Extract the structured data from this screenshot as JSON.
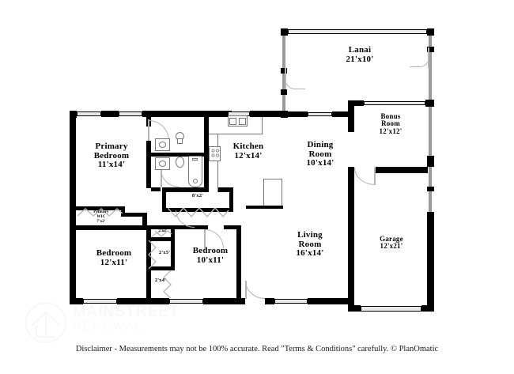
{
  "document": {
    "type": "floor-plan",
    "disclaimer": "Disclaimer - Measurements may not be 100% accurate. Read \"Terms & Conditions\" carefully. © PlanOmatic"
  },
  "watermark": {
    "line1": "MAINSTREET",
    "line2": "RENEWAL.",
    "logo_icon": "house-circle-logo-icon"
  },
  "rooms": [
    {
      "id": "lanai",
      "name": "Lanai",
      "name2": "",
      "dim": "21'x10'"
    },
    {
      "id": "bonus-room",
      "name": "Bonus",
      "name2": "Room",
      "dim": "12'x12'"
    },
    {
      "id": "primary-bedroom",
      "name": "Primary",
      "name2": "Bedroom",
      "dim": "11'x14'"
    },
    {
      "id": "kitchen",
      "name": "Kitchen",
      "name2": "",
      "dim": "12'x14'"
    },
    {
      "id": "dining-room",
      "name": "Dining",
      "name2": "Room",
      "dim": "10'x14'"
    },
    {
      "id": "living-room",
      "name": "Living",
      "name2": "Room",
      "dim": "16'x14'"
    },
    {
      "id": "garage",
      "name": "Garage",
      "name2": "",
      "dim": "12'x21'"
    },
    {
      "id": "bedroom-left",
      "name": "Bedroom",
      "name2": "",
      "dim": "12'x11'"
    },
    {
      "id": "bedroom-mid",
      "name": "Bedroom",
      "name2": "",
      "dim": "10'x11'"
    }
  ],
  "closets": [
    {
      "id": "primary-wic",
      "name": "Primary",
      "name2": "WIC",
      "dim": "7'x2'"
    },
    {
      "id": "hall-closet-8",
      "name": "",
      "name2": "",
      "dim": "8'x2'"
    },
    {
      "id": "closet-2x2",
      "name": "",
      "name2": "",
      "dim": "2'x2'"
    },
    {
      "id": "closet-2x5",
      "name": "",
      "name2": "",
      "dim": "2'x5'"
    },
    {
      "id": "closet-2x4",
      "name": "",
      "name2": "",
      "dim": "2'x4'"
    }
  ],
  "colors": {
    "wall": "#000000",
    "window": "#e8e8e8",
    "door_swing": "#b4b4b4",
    "fixture": "#777777",
    "background": "#ffffff",
    "watermark": "#f2f2f2"
  },
  "fixtures": [
    {
      "id": "kitchen-sink",
      "icon": "sink-icon"
    },
    {
      "id": "kitchen-range",
      "icon": "range-icon"
    },
    {
      "id": "bath1-sink",
      "icon": "vanity-sink-icon"
    },
    {
      "id": "bath1-toilet",
      "icon": "toilet-icon"
    },
    {
      "id": "bath2-sink",
      "icon": "vanity-sink-icon"
    },
    {
      "id": "bath2-toilet",
      "icon": "toilet-icon"
    },
    {
      "id": "bathtub",
      "icon": "bathtub-icon"
    },
    {
      "id": "water-heater",
      "icon": "water-heater-icon"
    }
  ]
}
